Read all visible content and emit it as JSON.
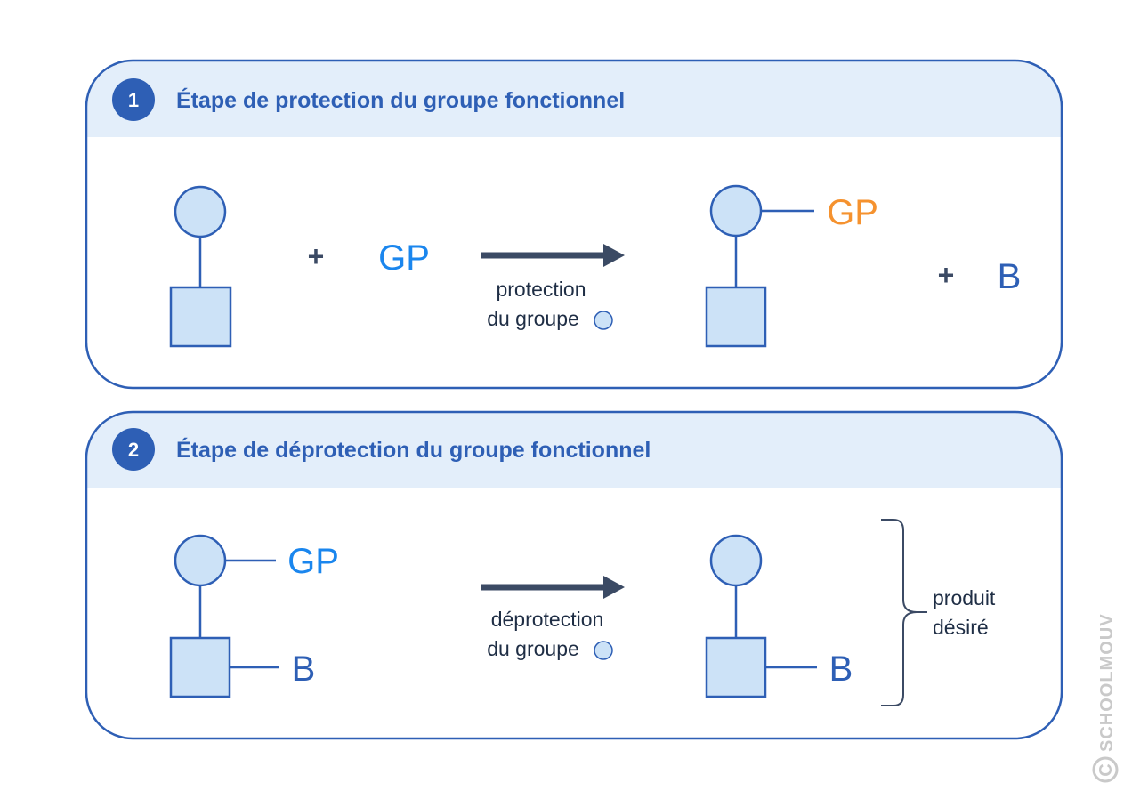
{
  "colors": {
    "frame": "#2e5fb5",
    "header_bg": "#e3eefa",
    "shape_fill": "#cce2f7",
    "arrow": "#3b4a64",
    "gp_blue": "#1a86ee",
    "gp_orange": "#f5922f",
    "b_blue": "#2e5fb5",
    "watermark": "#c9c9c9"
  },
  "step1": {
    "badge": "1",
    "title": "Étape de protection du groupe fonctionnel",
    "reactant_plus": "+",
    "reagent": "GP",
    "arrow_caption_line1": "protection",
    "arrow_caption_line2": "du groupe",
    "product_group": "GP",
    "byproduct_plus": "+",
    "byproduct": "B"
  },
  "step2": {
    "badge": "2",
    "title": "Étape de déprotection du groupe fonctionnel",
    "reactant_group_top": "GP",
    "reactant_group_bottom": "B",
    "arrow_caption_line1": "déprotection",
    "arrow_caption_line2": "du groupe",
    "product_group_bottom": "B",
    "brace_label_line1": "produit",
    "brace_label_line2": "désiré"
  },
  "watermark": {
    "copyright_symbol": "©",
    "text": "SCHOOLMOUV"
  }
}
